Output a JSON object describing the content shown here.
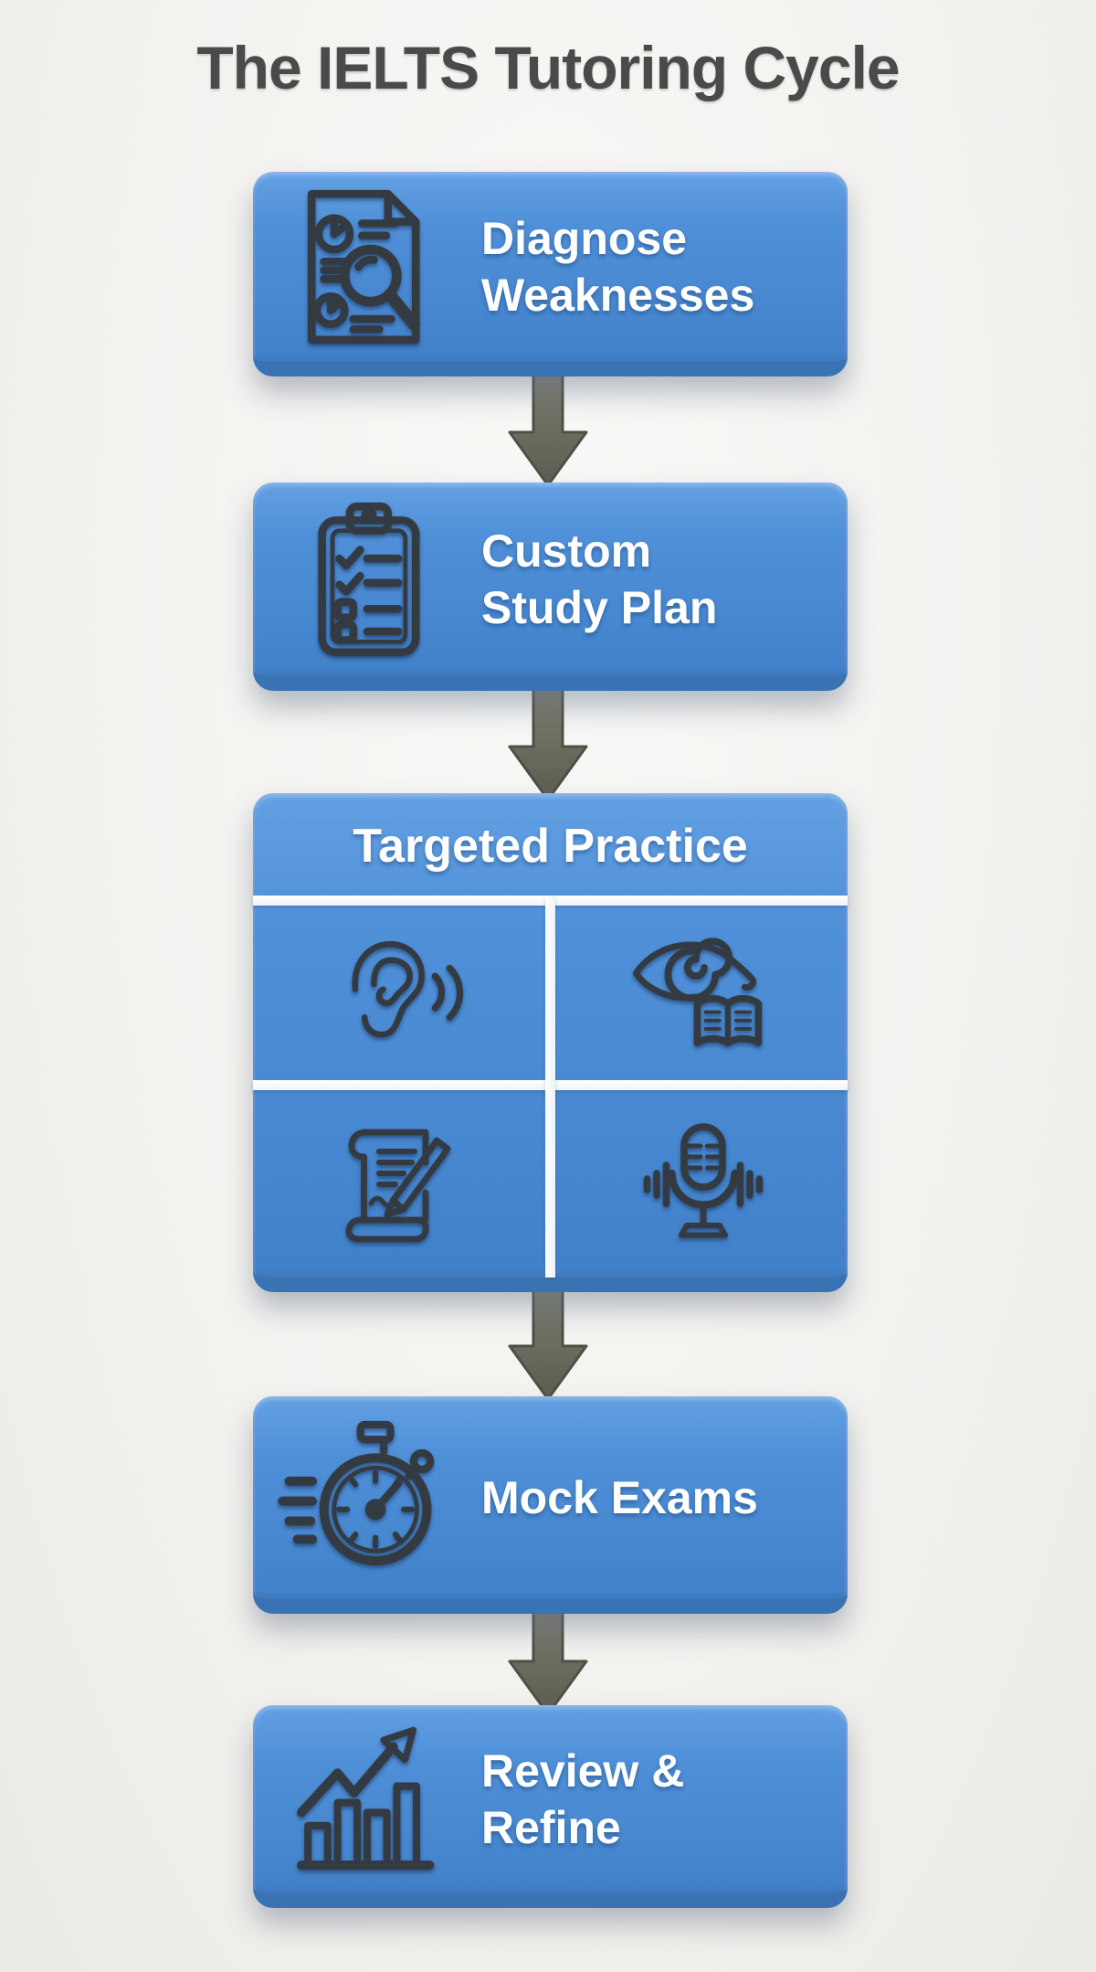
{
  "title": "The IELTS Tutoring Cycle",
  "colors": {
    "box_blue": "#4f90d8",
    "box_blue_dark_edge": "#3a73b3",
    "arrow_olive": "#6e6e60",
    "icon_stroke": "#343a41",
    "title_color": "#4a4a4a",
    "label_color": "#ffffff",
    "background": "#f3f2ef",
    "divider_white": "#ffffff"
  },
  "steps": [
    {
      "id": "diagnose",
      "lines": {
        "0": "Diagnose",
        "1": "Weaknesses"
      },
      "icon": "report-analysis-icon"
    },
    {
      "id": "study-plan",
      "lines": {
        "0": "Custom",
        "1": "Study Plan"
      },
      "icon": "clipboard-plan-icon"
    },
    {
      "id": "targeted-practice",
      "label": "Targeted Practice",
      "skills": [
        {
          "id": "listening",
          "icon": "ear-listening-icon"
        },
        {
          "id": "reading",
          "icon": "eye-reading-icon"
        },
        {
          "id": "writing",
          "icon": "pen-writing-icon"
        },
        {
          "id": "speaking",
          "icon": "microphone-speaking-icon"
        }
      ]
    },
    {
      "id": "mock-exams",
      "label": "Mock Exams",
      "icon": "stopwatch-icon"
    },
    {
      "id": "review-refine",
      "lines": {
        "0": "Review &",
        "1": "Refine"
      },
      "icon": "growth-chart-icon"
    }
  ],
  "connector": {
    "icon": "down-arrow-icon",
    "count": 4
  }
}
